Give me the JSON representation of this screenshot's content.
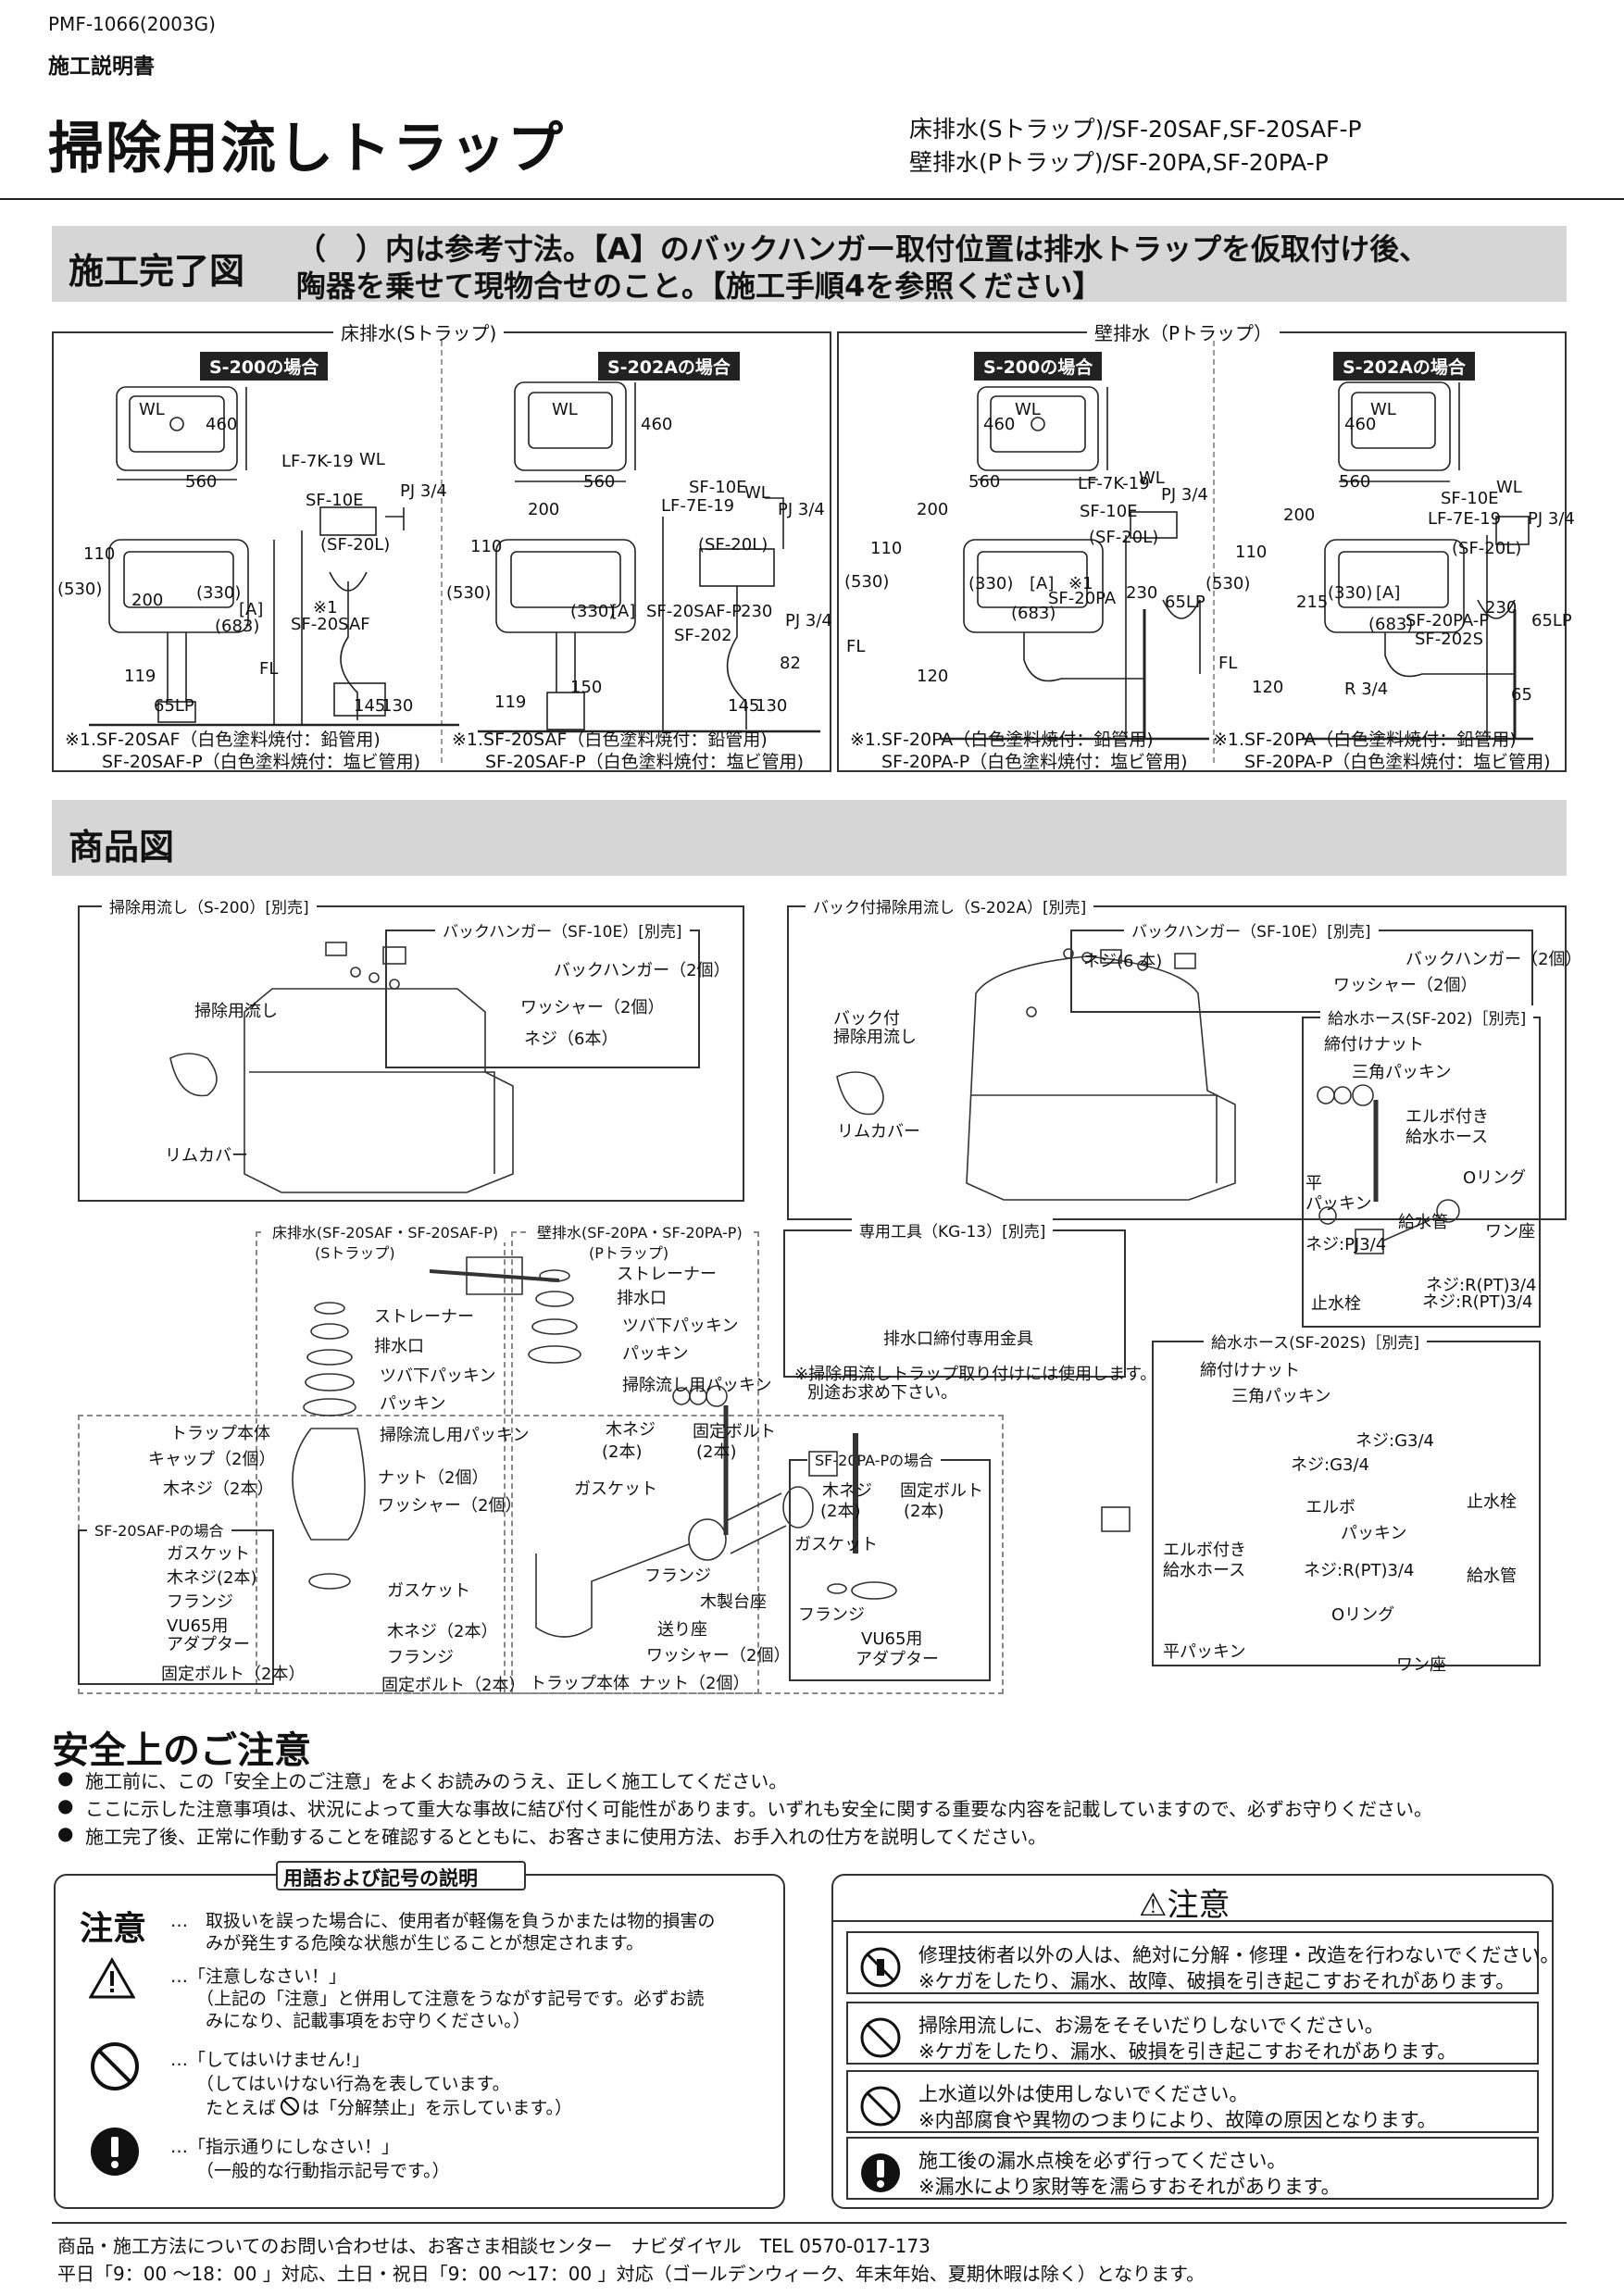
{
  "header": {
    "doc_code": "PMF-1066(2003G)",
    "doc_type": "施工説明書",
    "title": "掃除用流しトラップ",
    "model_line1": "床排水(Sトラップ)/SF-20SAF,SF-20SAF-P",
    "model_line2": "壁排水(Pトラップ)/SF-20PA,SF-20PA-P"
  },
  "completion": {
    "heading": "施工完了図",
    "note_line1": "（　）内は参考寸法。【A】のバックハンガー取付位置は排水トラップを仮取付け後、",
    "note_line2": "陶器を乗せて現物合せのこと。【施工手順4を参照ください】",
    "floor_title": "床排水(Sトラップ)",
    "wall_title": "壁排水（Pトラップ）",
    "tag_s200": "S-200の場合",
    "tag_s202a": "S-202Aの場合",
    "dims": {
      "w560": "560",
      "h460": "460",
      "d200": "200",
      "d530": "(530)",
      "d330": "(330)",
      "d683": "(683)",
      "dA": "[A]",
      "d110": "110",
      "d119": "119",
      "d65lp": "65LP",
      "d145": "145",
      "d130": "130",
      "d150": "150",
      "d82": "82",
      "d230": "230",
      "d120": "120",
      "d215": "215",
      "d65": "65",
      "r34": "R 3/4",
      "wl": "WL",
      "fl": "FL",
      "pj34": "PJ 3/4"
    },
    "parts": {
      "lf7k19": "LF-7K-19",
      "lf7e19": "LF-7E-19",
      "sf10e": "SF-10E",
      "sf20l": "(SF-20L)",
      "sf20saf": "SF-20SAF",
      "sf20safp": "SF-20SAF-P",
      "sf202": "SF-202",
      "sf20pa": "SF-20PA",
      "sf20pap": "SF-20PA-P",
      "sf202s": "SF-202S",
      "mark1": "※1"
    },
    "foot_floor_1": "※1.SF-20SAF（白色塗料焼付：鉛管用)",
    "foot_floor_2": "SF-20SAF-P（白色塗料焼付：塩ビ管用)",
    "foot_wall_1": "※1.SF-20PA（白色塗料焼付：鉛管用)",
    "foot_wall_2": "SF-20PA-P（白色塗料焼付：塩ビ管用)"
  },
  "products": {
    "heading": "商品図",
    "sink_s200": "掃除用流し（S-200）[別売]",
    "sink_label": "掃除用流し",
    "rim_cover": "リムカバー",
    "hanger_box": "バックハンガー（SF-10E）[別売]",
    "hanger": "バックハンガー（2個）",
    "washer2": "ワッシャー（2個）",
    "screw6": "ネジ（6本）",
    "sink_s202a": "バック付掃除用流し（S-202A）[別売]",
    "sink_backed_1": "バック付",
    "sink_backed_2": "掃除用流し",
    "screw6b": "ネジ(6 本)",
    "hose202_box": "給水ホース(SF-202)［別売]",
    "nut": "締付けナット",
    "tri_packing": "三角パッキン",
    "elbow_hose_1": "エルボ付き",
    "elbow_hose_2": "給水ホース",
    "flat_packing_1": "平",
    "flat_packing_2": "パッキン",
    "oring": "Oリング",
    "supply_pipe": "給水管",
    "wan_seat": "ワン座",
    "screw_pj": "ネジ:PJ3/4",
    "stop_valve": "止水栓",
    "screw_rpt1": "ネジ:R(PT)3/4",
    "screw_rpt2": "ネジ:R(PT)3/4",
    "floor_box_1": "床排水(SF-20SAF・SF-20SAF-P)",
    "floor_box_2": "(Sトラップ)",
    "wall_box_1": "壁排水(SF-20PA・SF-20PA-P)",
    "wall_box_2": "(Pトラップ)",
    "strainer": "ストレーナー",
    "drain_port": "排水口",
    "flange_packing": "ツバ下パッキン",
    "packing": "パッキン",
    "sink_packing": "掃除流し用パッキン",
    "trap_body": "トラップ本体",
    "cap2": "キャップ（2個）",
    "wood_screw2": "木ネジ（2本）",
    "nut2": "ナット（2個）",
    "washer2b": "ワッシャー（2個）",
    "gasket": "ガスケット",
    "wood_screw2b": "木ネジ（2本）",
    "flange": "フランジ",
    "fix_bolt2": "固定ボルト（2本）",
    "safp_box": "SF-20SAF-Pの場合",
    "gasket2": "ガスケット",
    "wood_screw2c": "木ネジ(2本)",
    "flange2": "フランジ",
    "vu65_1": "VU65用",
    "vu65_2": "アダプター",
    "fix_bolt2b": "固定ボルト（2本）",
    "tool_box": "専用工具（KG-13）[別売]",
    "tool_label": "排水口締付専用金具",
    "tool_note_1": "※掃除用流しトラップ取り付けには使用します。",
    "tool_note_2": "別途お求め下さい。",
    "wall_wood_screw_1": "木ネジ",
    "wall_wood_screw_2": "(2本)",
    "wall_fix_bolt_1": "固定ボルト",
    "wall_fix_bolt_2": "(2本)",
    "wall_gasket": "ガスケット",
    "wall_flange": "フランジ",
    "wood_base": "木製台座",
    "feed_seat": "送り座",
    "washer2c": "ワッシャー（2個）",
    "trap_body2": "トラップ本体",
    "nut2b": "ナット（2個）",
    "pap_box": "SF-20PA-Pの場合",
    "pap_wood_1": "木ネジ",
    "pap_wood_2": "(2本)",
    "pap_bolt_1": "固定ボルト",
    "pap_bolt_2": "(2本)",
    "pap_gasket": "ガスケット",
    "pap_flange": "フランジ",
    "pap_vu_1": "VU65用",
    "pap_vu_2": "アダプター",
    "hose202s_box": "給水ホース(SF-202S)［別売]",
    "s_nut": "締付けナット",
    "s_tri": "三角パッキン",
    "s_g34a": "ネジ:G3/4",
    "s_g34b": "ネジ:G3/4",
    "s_stop": "止水栓",
    "s_elbow": "エルボ",
    "s_packing": "パッキン",
    "s_hose_1": "エルボ付き",
    "s_hose_2": "給水ホース",
    "s_rpt": "ネジ:R(PT)3/4",
    "s_pipe": "給水管",
    "s_oring": "Oリング",
    "s_flat": "平パッキン",
    "s_wan": "ワン座"
  },
  "safety": {
    "heading": "安全上のご注意",
    "b1": "施工前に、この「安全上のご注意」をよくお読みのうえ、正しく施工してください。",
    "b2": "ここに示した注意事項は、状況によって重大な事故に結び付く可能性があります。いずれも安全に関する重要な内容を記載していますので、必ずお守りください。",
    "b3": "施工完了後、正常に作動することを確認するとともに、お客さまに使用方法、お手入れの仕方を説明してください。",
    "terms_title": "用語および記号の説明",
    "caution_word": "注意",
    "caution_desc_1": "…　取扱いを誤った場合に、使用者が軽傷を負うかまたは物的損害の",
    "caution_desc_2": "みが発生する危険な状態が生じることが想定されます。",
    "sym1_1": "…「注意しなさい！」",
    "sym1_2": "（上記の「注意」と併用して注意をうながす記号です。必ずお読",
    "sym1_3": "みになり、記載事項をお守りください。）",
    "sym2_1": "…「してはいけません!」",
    "sym2_2": "（してはいけない行為を表しています。",
    "sym2_3a": "たとえば",
    "sym2_3b": "は「分解禁止」を示しています。）",
    "sym3_1": "…「指示通りにしなさい！」",
    "sym3_2": "（一般的な行動指示記号です。）",
    "warn_title": "⚠注意",
    "w1_1": "修理技術者以外の人は、絶対に分解・修理・改造を行わないでください。",
    "w1_2": "※ケガをしたり、漏水、故障、破損を引き起こすおそれがあります。",
    "w2_1": "掃除用流しに、お湯をそそいだりしないでください。",
    "w2_2": "※ケガをしたり、漏水、破損を引き起こすおそれがあります。",
    "w3_1": "上水道以外は使用しないでください。",
    "w3_2": "※内部腐食や異物のつまりにより、故障の原因となります。",
    "w4_1": "施工後の漏水点検を必ず行ってください。",
    "w4_2": "※漏水により家財等を濡らすおそれがあります。"
  },
  "footer": {
    "line1": "商品・施工方法についてのお問い合わせは、お客さま相談センター　ナビダイヤル　TEL 0570-017-173",
    "line2": "平日「9：00 ～18：00 」対応、土日・祝日「9：00 ～17：00 」対応（ゴールデンウィーク、年末年始、夏期休暇は除く）となります。"
  }
}
